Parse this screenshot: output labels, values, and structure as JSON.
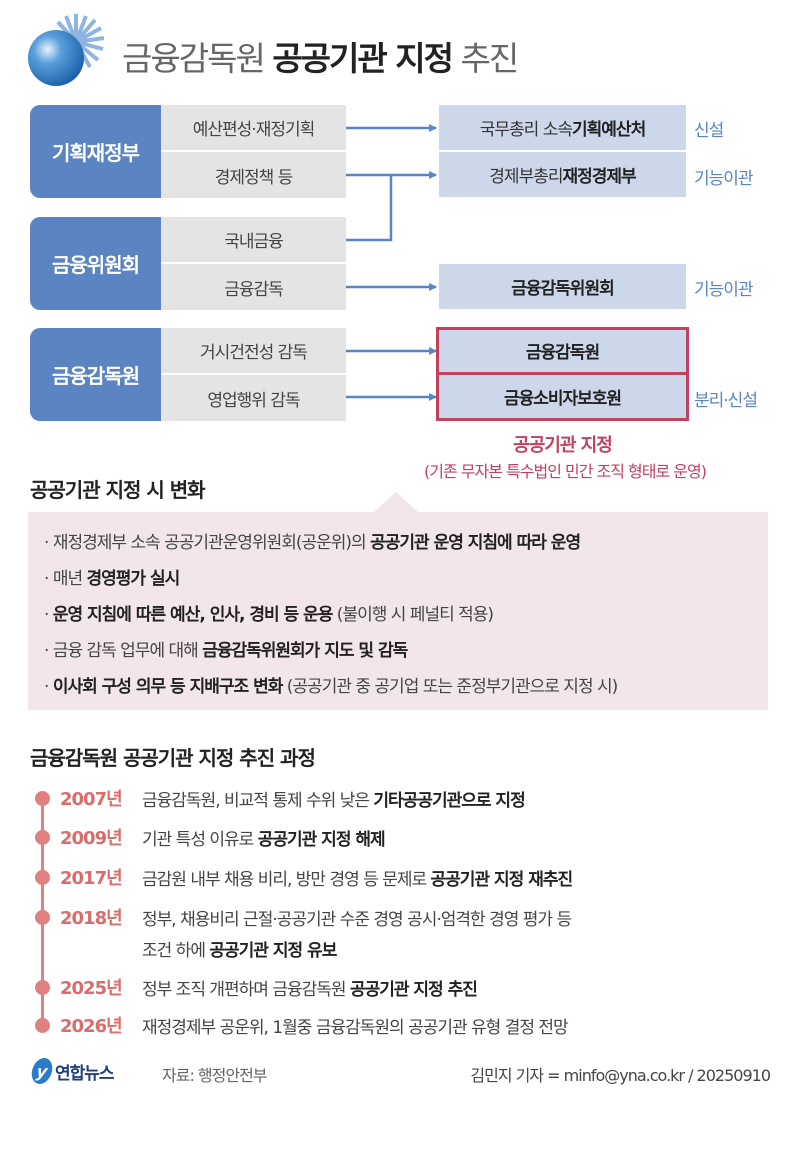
{
  "header": {
    "title_part1": "금융감독원",
    "title_part2": "공공기관 지정",
    "title_part3": "추진"
  },
  "org_chart": {
    "orgs": [
      {
        "name": "기획재정부",
        "functions": [
          "예산편성·재정기획",
          "경제정책 등"
        ]
      },
      {
        "name": "금융위원회",
        "functions": [
          "국내금융",
          "금융감독"
        ]
      },
      {
        "name": "금융감독원",
        "functions": [
          "거시건전성 감독",
          "영업행위 감독"
        ]
      }
    ],
    "destinations": [
      {
        "prefix": "국무총리 소속 ",
        "bold": "기획예산처",
        "note": "신설"
      },
      {
        "prefix": "경제부총리 ",
        "bold": "재정경제부",
        "note": "기능이관"
      },
      {
        "prefix": "",
        "bold": "금융감독위원회",
        "note": "기능이관"
      },
      {
        "prefix": "",
        "bold": "금융감독원",
        "note": ""
      },
      {
        "prefix": "",
        "bold": "금융소비자보호원",
        "note": "분리·신설"
      }
    ],
    "public_label": "공공기관 지정",
    "public_sub": "(기존 무자본 특수법인 민간 조직 형태로 운영)"
  },
  "changes": {
    "title": "공공기관 지정 시 변화",
    "items": [
      {
        "normal": "재정경제부 소속 공공기관운영위원회(공운위)의 ",
        "bold": "공공기관 운영 지침에 따라 운영",
        "tail": ""
      },
      {
        "normal": "매년 ",
        "bold": "경영평가 실시",
        "tail": ""
      },
      {
        "normal": "",
        "bold": "운영 지침에 따른 예산, 인사, 경비 등 운용",
        "tail": " (불이행 시 페널티 적용)"
      },
      {
        "normal": "금융 감독 업무에 대해 ",
        "bold": "금융감독위원회가 지도 및 감독",
        "tail": ""
      },
      {
        "normal": "",
        "bold": "이사회 구성 의무 등 지배구조 변화",
        "tail": " (공공기관 중 공기업 또는 준정부기관으로 지정 시)"
      }
    ]
  },
  "timeline": {
    "title": "금융감독원 공공기관 지정 추진 과정",
    "events": [
      {
        "year": "2007년",
        "normal": "금융감독원, 비교적 통제 수위 낮은 ",
        "bold": "기타공공기관으로 지정",
        "line2_normal": "",
        "line2_bold": ""
      },
      {
        "year": "2009년",
        "normal": "기관 특성 이유로 ",
        "bold": "공공기관 지정 해제",
        "line2_normal": "",
        "line2_bold": ""
      },
      {
        "year": "2017년",
        "normal": "금감원 내부 채용 비리, 방만 경영 등 문제로 ",
        "bold": "공공기관 지정 재추진",
        "line2_normal": "",
        "line2_bold": ""
      },
      {
        "year": "2018년",
        "normal": "정부, 채용비리 근절·공공기관 수준 경영 공시·엄격한 경영 평가 등",
        "bold": "",
        "line2_normal": "조건 하에 ",
        "line2_bold": "공공기관 지정 유보"
      },
      {
        "year": "2025년",
        "normal": "정부 조직 개편하며 금융감독원 ",
        "bold": "공공기관 지정 추진",
        "line2_normal": "",
        "line2_bold": ""
      },
      {
        "year": "2026년",
        "normal": "재정경제부 공운위, 1월중 금융감독원의 공공기관 유형 결정 전망",
        "bold": "",
        "line2_normal": "",
        "line2_bold": ""
      }
    ]
  },
  "footer": {
    "logo_mark": "y",
    "logo_name": "연합뉴스",
    "source": "자료: 행정안전부",
    "credit": "김민지 기자 = minfo@yna.co.kr / 20250910"
  },
  "colors": {
    "org_blue": "#5b84c2",
    "dest_blue": "#ccd8ea",
    "accent_red": "#c4405f",
    "timeline_pink": "#e08080",
    "panel_pink": "#f2e6e8"
  }
}
